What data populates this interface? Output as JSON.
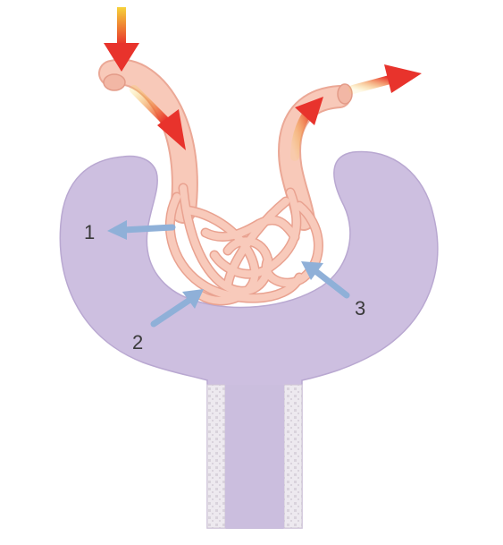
{
  "labels": {
    "label_1": "1",
    "label_2": "2",
    "label_3": "3"
  },
  "colors": {
    "capsule": "#cdbfe0",
    "capsule_stroke": "#b7a6cf",
    "tubule_wall": "#e9e4ec",
    "vessel": "#f7c3b3",
    "vessel_stroke": "#eaa48f",
    "blue_arrow": "#8fb0d8",
    "flow_arrow_start": "#f4d23c",
    "flow_arrow_end": "#e8322c"
  }
}
